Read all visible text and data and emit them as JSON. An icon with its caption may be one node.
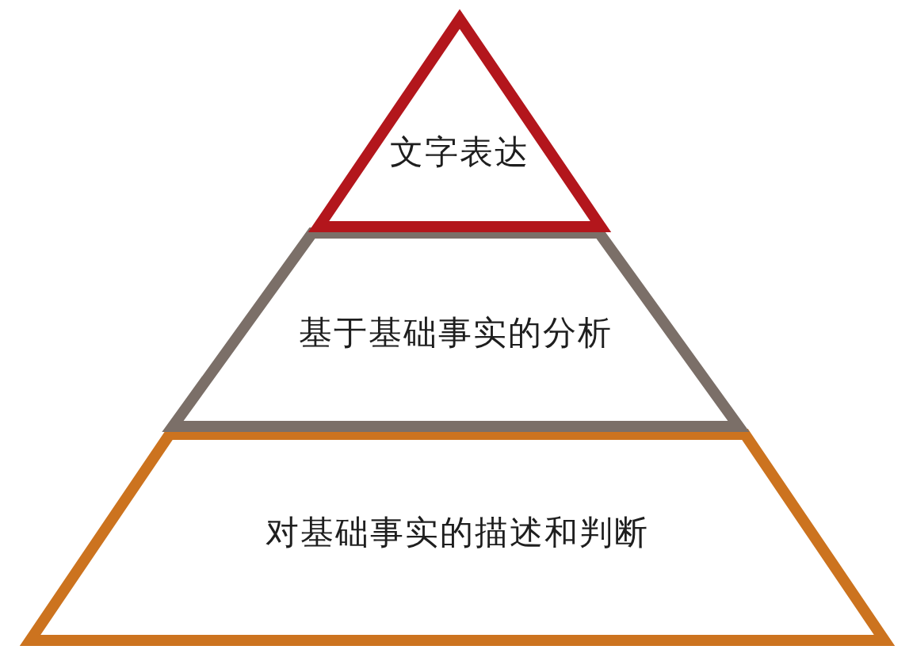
{
  "diagram": {
    "nodes": [
      {
        "text": [
          "文字表达"
        ]
      },
      {
        "text": [
          "基于基础事实的分析"
        ]
      },
      {
        "text": [
          "对基础事实的描述和判断"
        ]
      }
    ]
  }
}
